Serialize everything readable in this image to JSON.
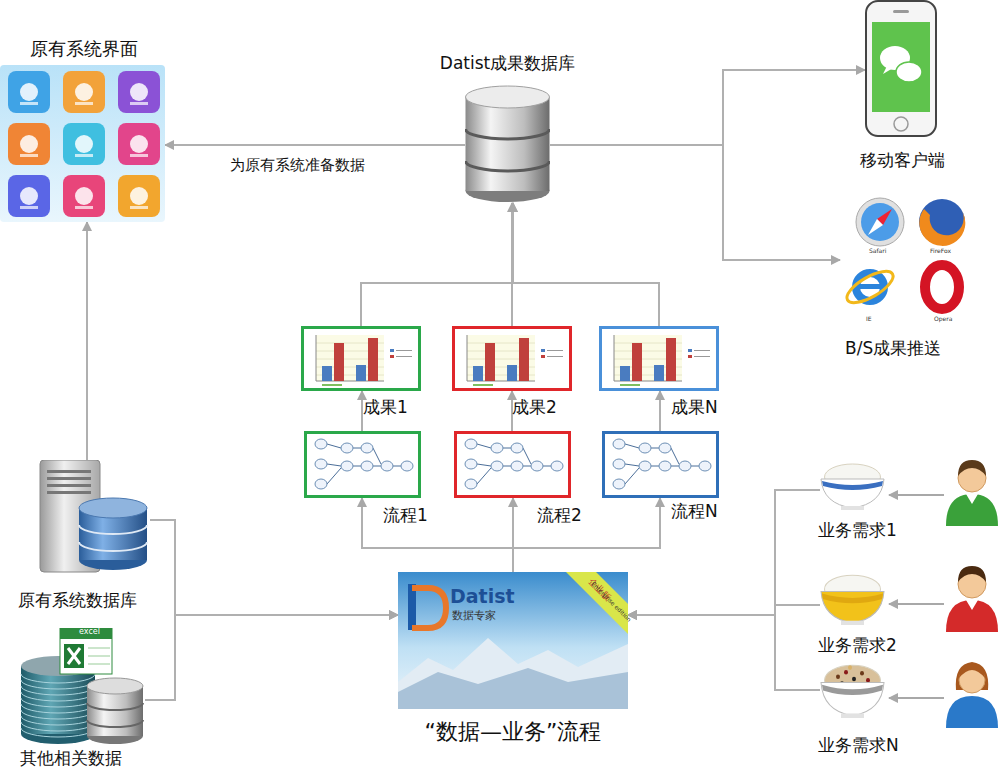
{
  "diagram": {
    "nodes": [
      {
        "text": [
          "原有系统界面"
        ]
      },
      {
        "text": [
          "Datist成果数据库"
        ]
      },
      {
        "text": [
          "移动客户端"
        ]
      },
      {
        "text": [
          "B/S成果推送"
        ]
      },
      {
        "text": [
          "成果1"
        ]
      },
      {
        "text": [
          "成果2"
        ]
      },
      {
        "text": [
          "成果N"
        ]
      },
      {
        "text": [
          "流程1"
        ]
      },
      {
        "text": [
          "流程2"
        ]
      },
      {
        "text": [
          "流程N"
        ]
      },
      {
        "text": [
          "原有系统数据库"
        ]
      },
      {
        "text": [
          "其他相关数据"
        ]
      },
      {
        "text": [
          "“数据—业务”流程"
        ]
      },
      {
        "text": [
          "业务需求1"
        ]
      },
      {
        "text": [
          "业务需求2"
        ]
      },
      {
        "text": [
          "业务需求N"
        ]
      }
    ],
    "edges": [
      {
        "from": 10,
        "to": 0,
        "arrow": "to"
      },
      {
        "from": 1,
        "to": 0,
        "label": "为原有系统准备数据",
        "arrow": "to"
      },
      {
        "from": 1,
        "to": 2,
        "arrow": "to"
      },
      {
        "from": 1,
        "to": 3,
        "arrow": "to"
      },
      {
        "from": 4,
        "to": 1,
        "arrow": "to"
      },
      {
        "from": 5,
        "to": 1,
        "arrow": "to"
      },
      {
        "from": 6,
        "to": 1,
        "arrow": "to"
      },
      {
        "from": 7,
        "to": 4,
        "arrow": "to"
      },
      {
        "from": 8,
        "to": 5,
        "arrow": "to"
      },
      {
        "from": 9,
        "to": 6,
        "arrow": "to"
      },
      {
        "from": 12,
        "to": 7,
        "arrow": "to"
      },
      {
        "from": 12,
        "to": 8,
        "arrow": "to"
      },
      {
        "from": 12,
        "to": 9,
        "arrow": "to"
      },
      {
        "from": 10,
        "to": 12,
        "arrow": "to"
      },
      {
        "from": 11,
        "to": 12,
        "arrow": "to"
      },
      {
        "from": 13,
        "to": 12,
        "arrow": "to"
      },
      {
        "from": 14,
        "to": 12,
        "arrow": "to"
      },
      {
        "from": 15,
        "to": 12,
        "arrow": "to"
      }
    ],
    "labels": [
      "Safari",
      "FireFox",
      "IE",
      "Opera",
      "excel",
      "Datist",
      "数据专家",
      "企业版",
      "Enterprise edition"
    ]
  }
}
